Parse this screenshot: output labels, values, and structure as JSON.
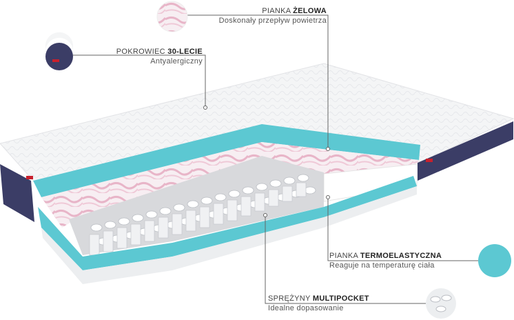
{
  "callouts": {
    "gel": {
      "title_prefix": "PIANKA ",
      "title_bold": "ŻELOWA",
      "subtitle": "Doskonały przepływ powietrza"
    },
    "cover": {
      "title_prefix": "POKROWIEC ",
      "title_bold": "30-LECIE",
      "subtitle": "Antyalergiczny"
    },
    "thermo": {
      "title_prefix": "PIANKA ",
      "title_bold": "TERMOELASTYCZNA",
      "subtitle": "Reaguje na temperaturę ciała"
    },
    "springs": {
      "title_prefix": "SPRĘŻYNY ",
      "title_bold": "MULTIPOCKET",
      "subtitle": "Idealne dopasowanie"
    }
  },
  "colors": {
    "cover_white": "#f4f5f6",
    "border_navy": "#3b3d66",
    "gel_teal": "#5cc8d2",
    "marble_pink": "#e8b5c8",
    "brand_red": "#c8202c"
  }
}
